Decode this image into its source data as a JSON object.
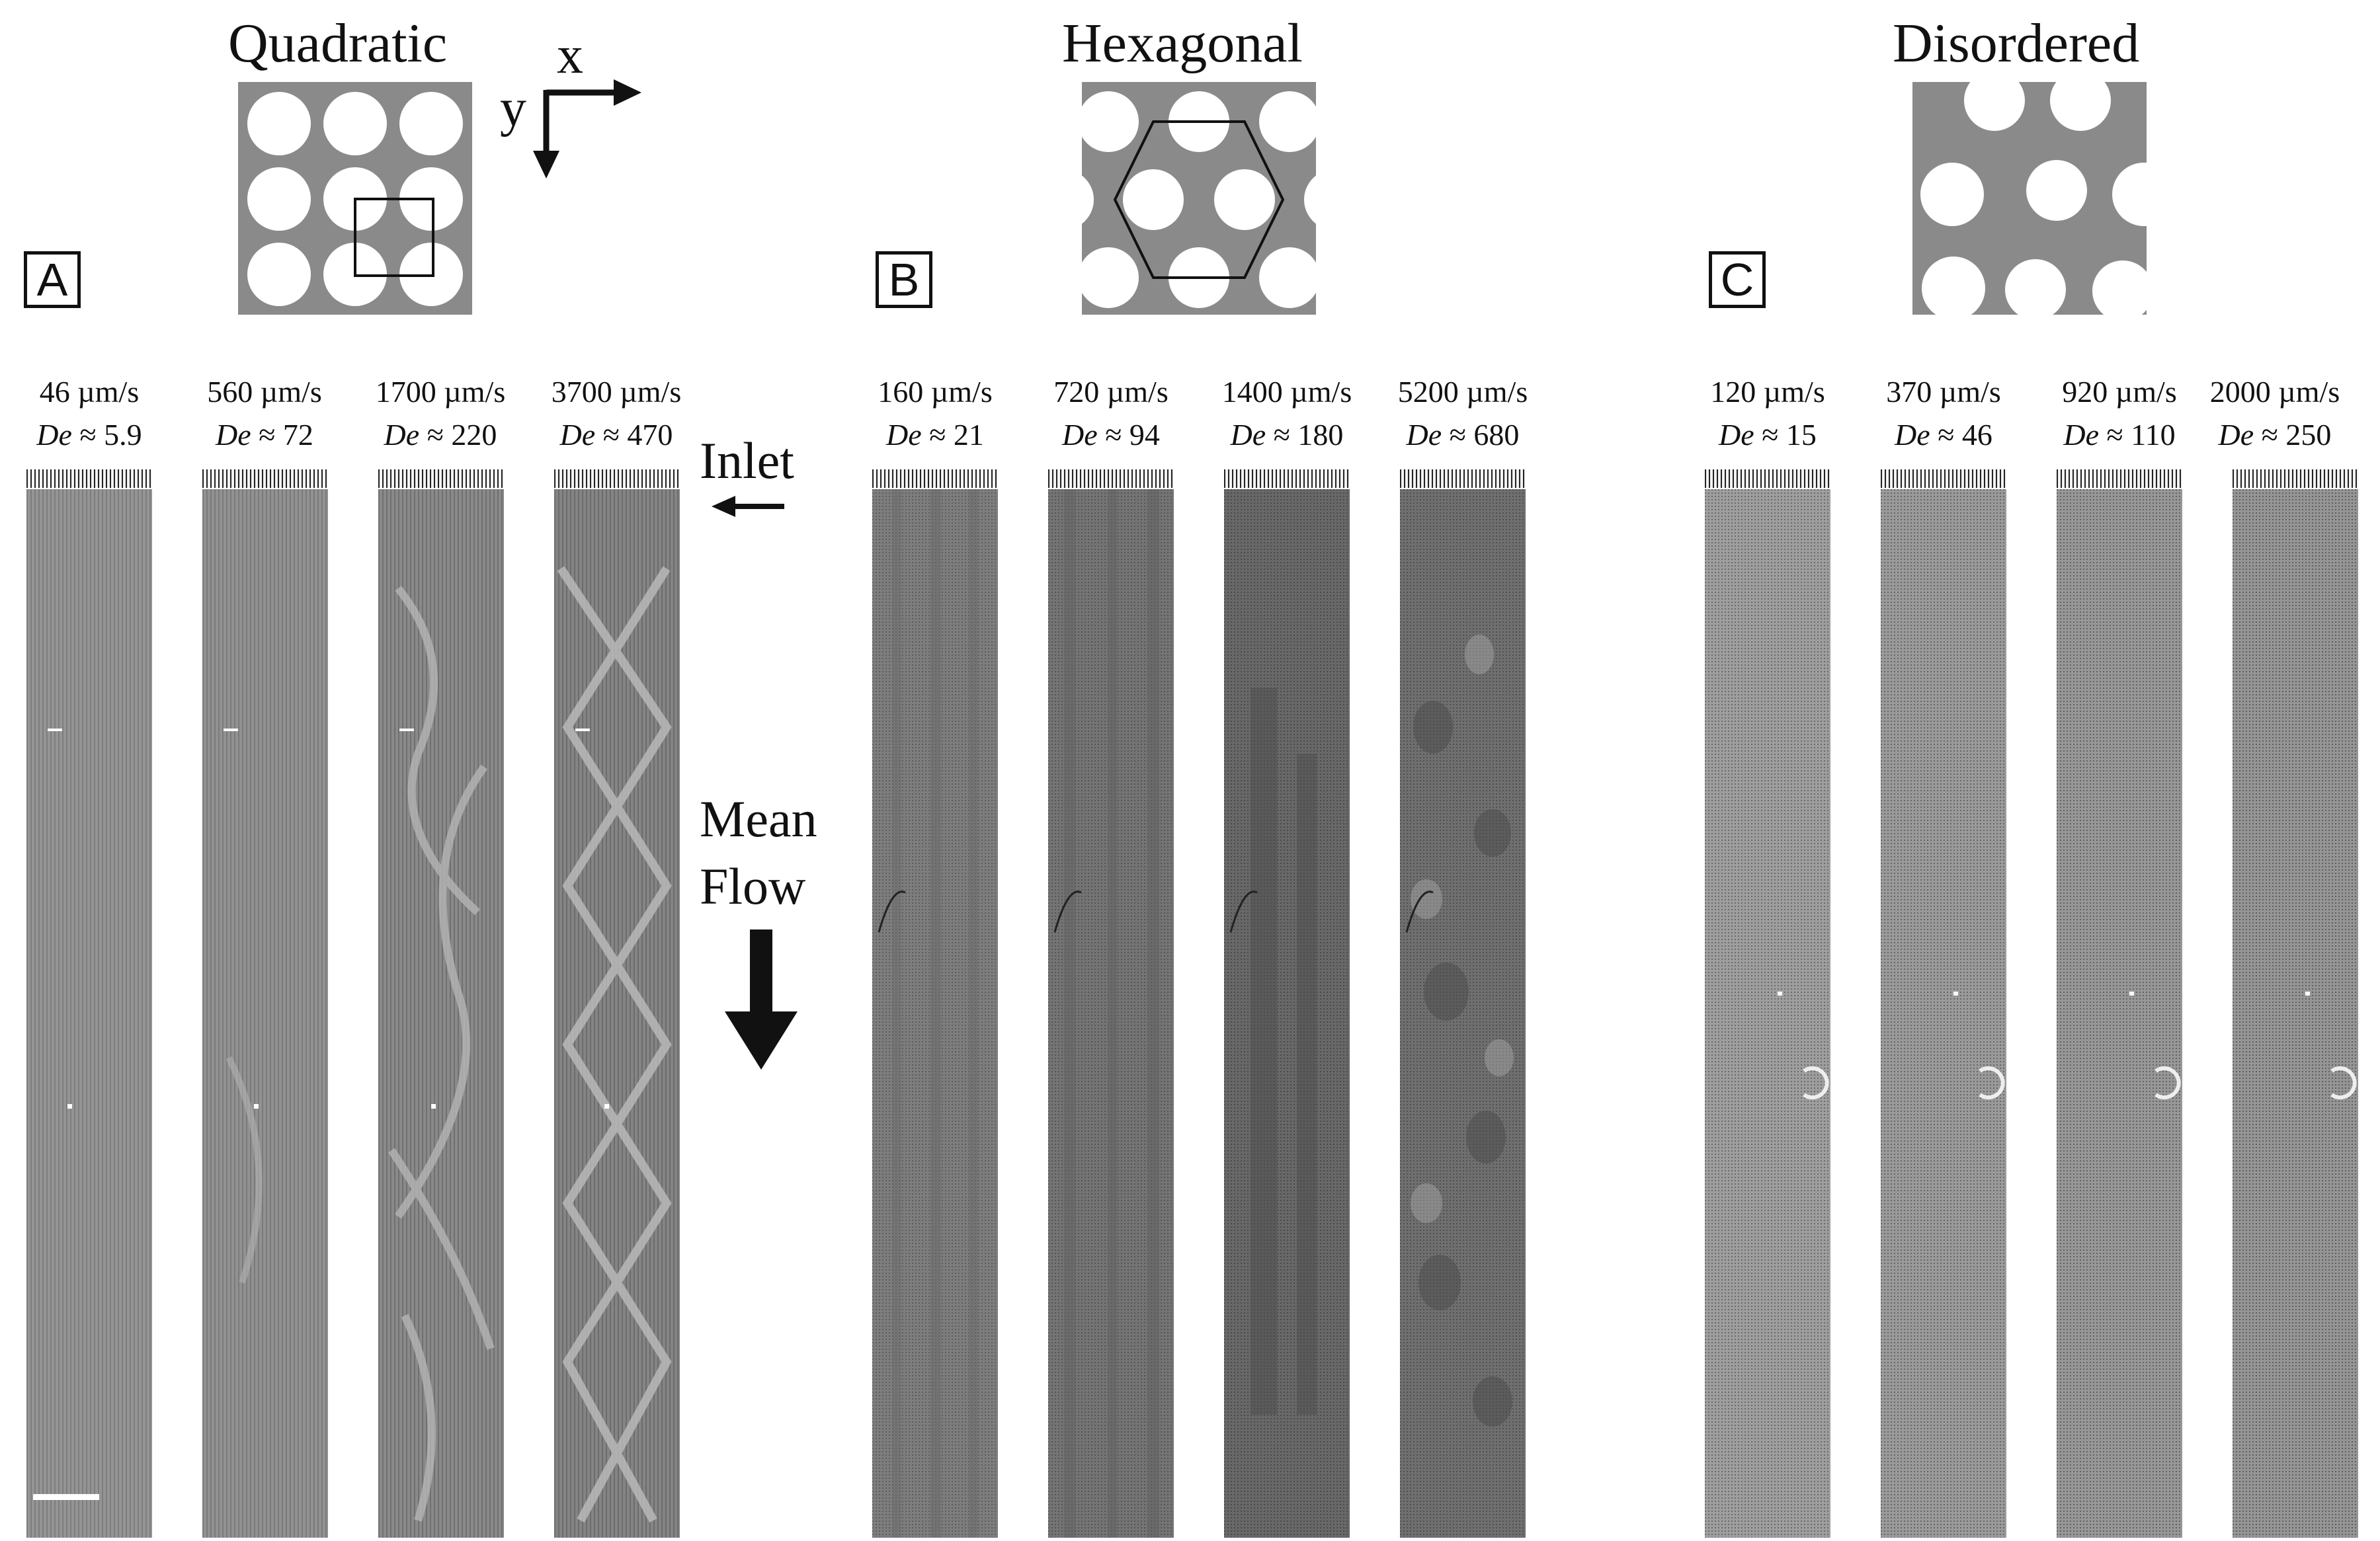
{
  "panels": [
    {
      "letter": "A",
      "title": "Quadratic",
      "strips": [
        {
          "speed": "46 µm/s",
          "de_symbol": "De",
          "de_value": "≈ 5.9"
        },
        {
          "speed": "560 µm/s",
          "de_symbol": "De",
          "de_value": "≈ 72"
        },
        {
          "speed": "1700 µm/s",
          "de_symbol": "De",
          "de_value": "≈ 220"
        },
        {
          "speed": "3700 µm/s",
          "de_symbol": "De",
          "de_value": "≈ 470"
        }
      ]
    },
    {
      "letter": "B",
      "title": "Hexagonal",
      "strips": [
        {
          "speed": "160 µm/s",
          "de_symbol": "De",
          "de_value": "≈ 21"
        },
        {
          "speed": "720 µm/s",
          "de_symbol": "De",
          "de_value": "≈ 94"
        },
        {
          "speed": "1400 µm/s",
          "de_symbol": "De",
          "de_value": "≈ 180"
        },
        {
          "speed": "5200 µm/s",
          "de_symbol": "De",
          "de_value": "≈ 680"
        }
      ]
    },
    {
      "letter": "C",
      "title": "Disordered",
      "strips": [
        {
          "speed": "120 µm/s",
          "de_symbol": "De",
          "de_value": "≈ 15"
        },
        {
          "speed": "370 µm/s",
          "de_symbol": "De",
          "de_value": "≈ 46"
        },
        {
          "speed": "920 µm/s",
          "de_symbol": "De",
          "de_value": "≈ 110"
        },
        {
          "speed": "2000 µm/s",
          "de_symbol": "De",
          "de_value": "≈ 250"
        }
      ]
    }
  ],
  "axes": {
    "x_label": "x",
    "y_label": "y"
  },
  "annotations": {
    "inlet": "Inlet",
    "mean_flow_line1": "Mean",
    "mean_flow_line2": "Flow"
  },
  "colors": {
    "lattice_gray": "#8a8a8a",
    "arrow": "#111111"
  }
}
